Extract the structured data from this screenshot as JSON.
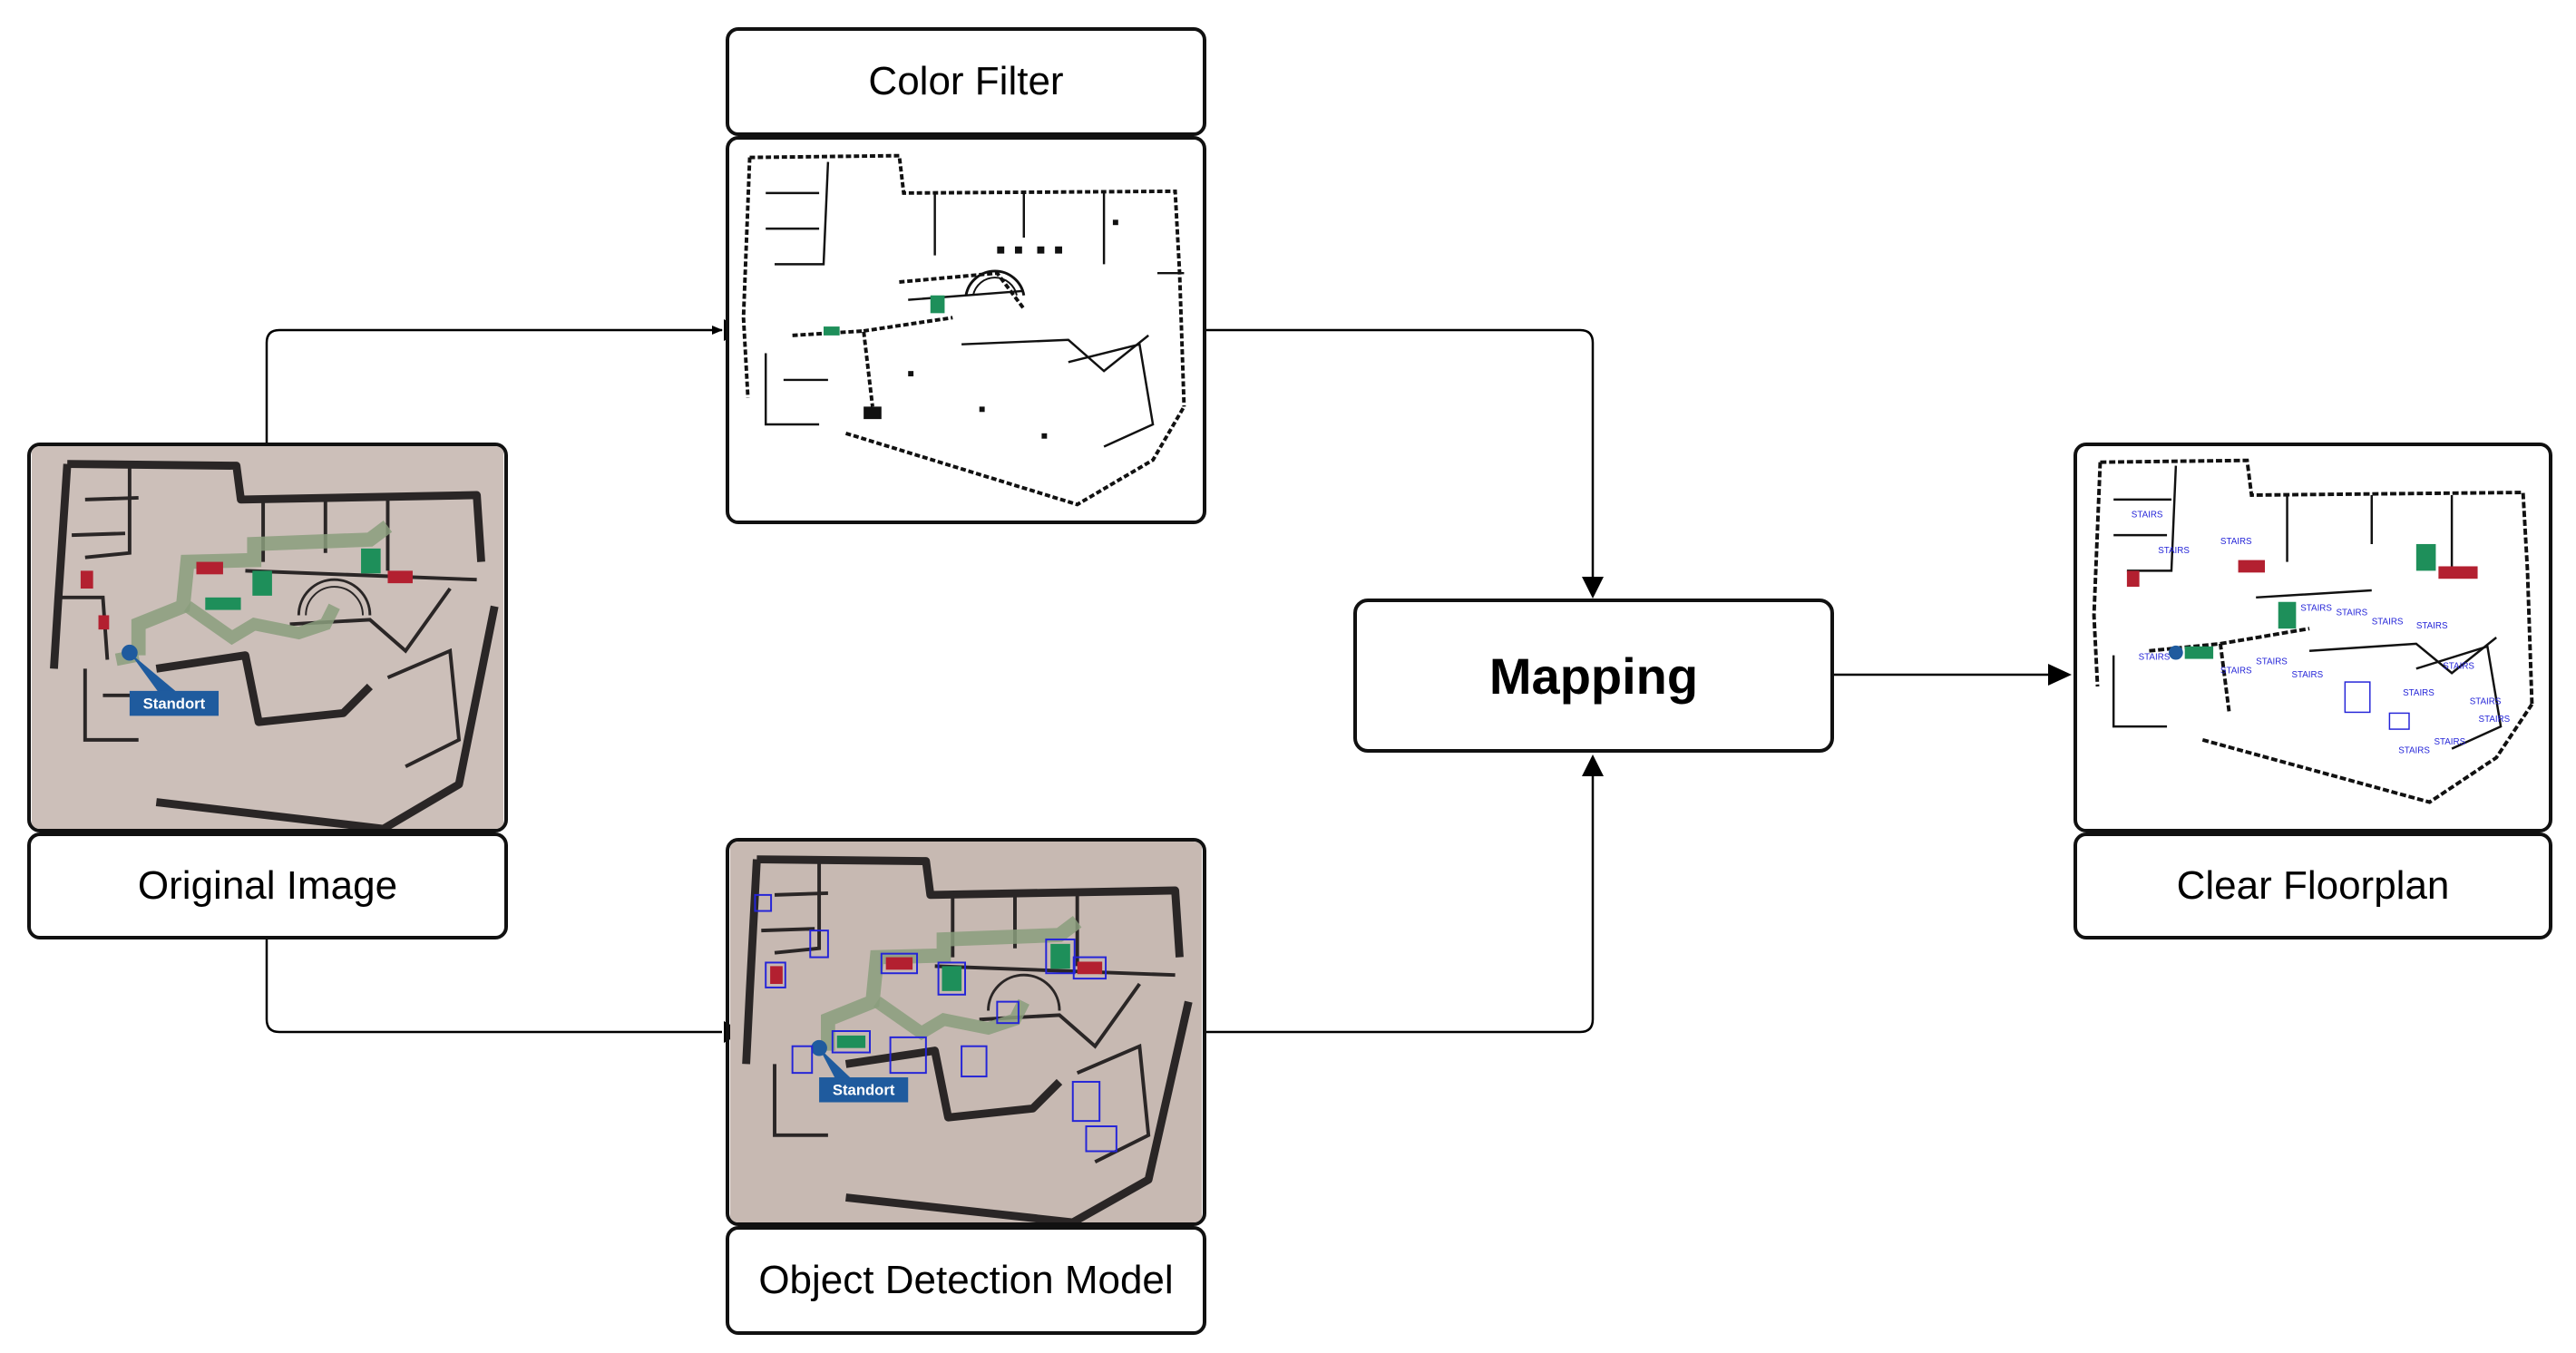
{
  "diagram": {
    "nodes": {
      "original_image": {
        "label": "Original Image"
      },
      "color_filter": {
        "label": "Color Filter"
      },
      "object_detection": {
        "label": "Object Detection Model"
      },
      "mapping": {
        "label": "Mapping"
      },
      "clear_floorplan": {
        "label": "Clear Floorplan"
      }
    },
    "floorplan_text": {
      "standort": "Standort",
      "stairs": "STAIRS"
    },
    "edges": [
      {
        "from": "original_image",
        "to": "color_filter"
      },
      {
        "from": "original_image",
        "to": "object_detection"
      },
      {
        "from": "color_filter",
        "to": "mapping"
      },
      {
        "from": "object_detection",
        "to": "mapping"
      },
      {
        "from": "mapping",
        "to": "clear_floorplan"
      }
    ],
    "colors": {
      "photo_background": "#c9bcb5",
      "route_green": "#8a9e7c",
      "exit_sign_green": "#1e8f5a",
      "fire_equipment_red": "#b32030",
      "standort_blue": "#1f5b9e",
      "detection_box_blue": "#2424d8",
      "line": "#000000"
    }
  }
}
